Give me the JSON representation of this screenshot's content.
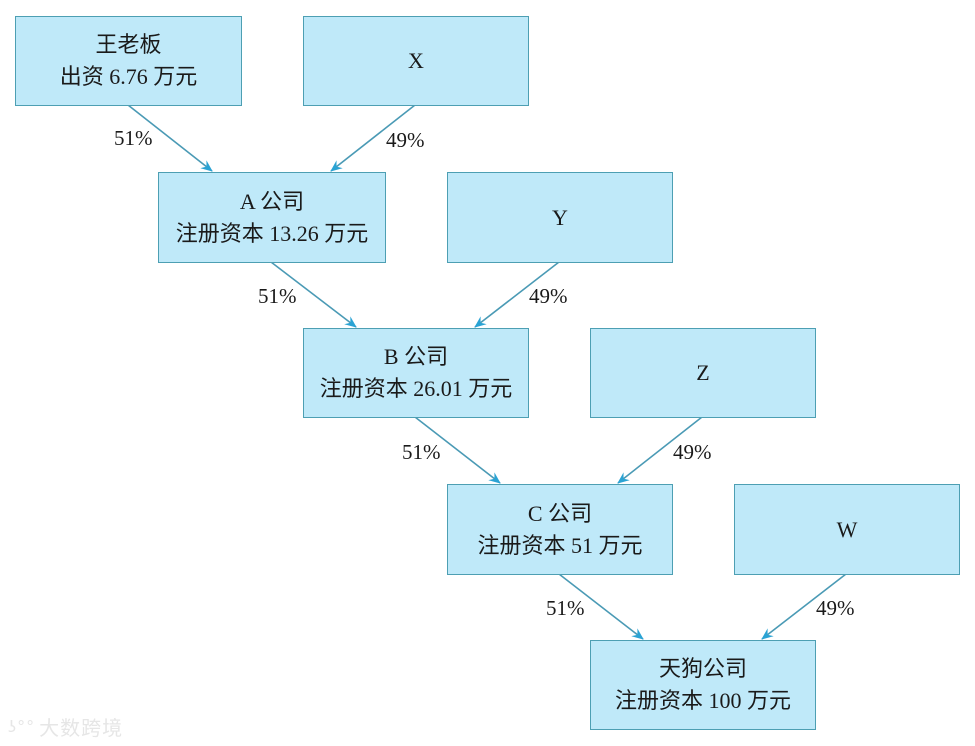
{
  "diagram": {
    "nodes": [
      {
        "id": "boss",
        "line1": "王老板",
        "line2": "出资 6.76 万元"
      },
      {
        "id": "x",
        "line1": "X",
        "line2": ""
      },
      {
        "id": "a",
        "line1": "A 公司",
        "line2": "注册资本 13.26 万元"
      },
      {
        "id": "y",
        "line1": "Y",
        "line2": ""
      },
      {
        "id": "b",
        "line1": "B 公司",
        "line2": "注册资本 26.01 万元"
      },
      {
        "id": "z",
        "line1": "Z",
        "line2": ""
      },
      {
        "id": "c",
        "line1": "C 公司",
        "line2": "注册资本 51 万元"
      },
      {
        "id": "w",
        "line1": "W",
        "line2": ""
      },
      {
        "id": "tiangou",
        "line1": "天狗公司",
        "line2": "注册资本 100 万元"
      }
    ],
    "edges": [
      {
        "from": "boss",
        "to": "a",
        "label": "51%"
      },
      {
        "from": "x",
        "to": "a",
        "label": "49%"
      },
      {
        "from": "a",
        "to": "b",
        "label": "51%"
      },
      {
        "from": "y",
        "to": "b",
        "label": "49%"
      },
      {
        "from": "b",
        "to": "c",
        "label": "51%"
      },
      {
        "from": "z",
        "to": "c",
        "label": "49%"
      },
      {
        "from": "c",
        "to": "tiangou",
        "label": "51%"
      },
      {
        "from": "w",
        "to": "tiangou",
        "label": "49%"
      }
    ],
    "colors": {
      "box_fill": "#bfe9f9",
      "box_border": "#4d9fb3",
      "arrow": "#3a9fc4"
    }
  },
  "watermark": {
    "logo": "ʖ°°",
    "text": "大数跨境"
  }
}
